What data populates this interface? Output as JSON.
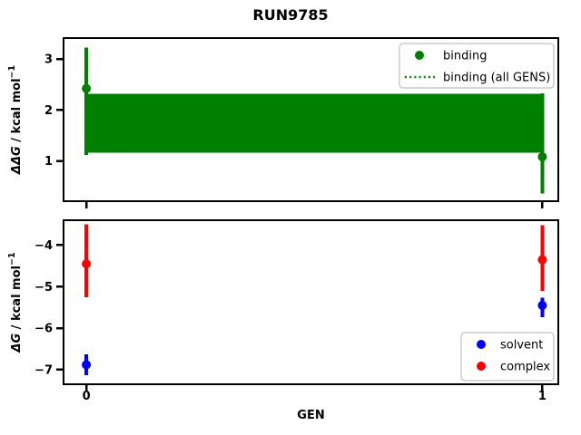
{
  "figure": {
    "title": "RUN9785",
    "background": "#ffffff"
  },
  "chart_data": [
    {
      "type": "scatter",
      "panel": "ddg",
      "ylabel": {
        "var": "ΔΔG",
        "rest": " / kcal mol",
        "sup": "−1"
      },
      "xlabel": "",
      "xlim": [
        -0.05,
        1.035
      ],
      "ylim": [
        0.21,
        3.41
      ],
      "yticks": [
        1,
        2,
        3
      ],
      "yticklabels": [
        "1",
        "2",
        "3"
      ],
      "xticks": [
        0,
        1
      ],
      "xticklabels": [],
      "grid": false,
      "band": {
        "label": "binding (all GENS)",
        "color": "#008000",
        "x_range": [
          0,
          1
        ],
        "y_lo": 1.16,
        "y_hi": 2.32,
        "line_style": "dotted"
      },
      "series": [
        {
          "name": "binding",
          "color": "#008000",
          "marker": "circle",
          "points": [
            {
              "x": 0,
              "y": 2.42,
              "err_lo": 1.12,
              "err_hi": 3.22
            },
            {
              "x": 1,
              "y": 1.08,
              "err_lo": 0.36,
              "err_hi": 2.33
            }
          ]
        }
      ],
      "legend": {
        "position": "upper right",
        "entries": [
          {
            "label": "binding",
            "swatch": "dot",
            "color": "#008000"
          },
          {
            "label": "binding (all GENS)",
            "swatch": "dotted-line",
            "color": "#008000"
          }
        ]
      }
    },
    {
      "type": "scatter",
      "panel": "dg",
      "ylabel": {
        "var": "ΔG",
        "rest": " / kcal mol",
        "sup": "−1"
      },
      "xlabel": "GEN",
      "xlim": [
        -0.05,
        1.035
      ],
      "ylim": [
        -7.35,
        -3.4
      ],
      "yticks": [
        -4,
        -5,
        -6,
        -7
      ],
      "yticklabels": [
        "−4",
        "−5",
        "−6",
        "−7"
      ],
      "xticks": [
        0,
        1
      ],
      "xticklabels": [
        "0",
        "1"
      ],
      "grid": false,
      "series": [
        {
          "name": "solvent",
          "color": "#0000ff",
          "marker": "circle",
          "points": [
            {
              "x": 0,
              "y": -6.88,
              "err_lo": -7.13,
              "err_hi": -6.63
            },
            {
              "x": 1,
              "y": -5.45,
              "err_lo": -5.73,
              "err_hi": -5.27
            }
          ]
        },
        {
          "name": "complex",
          "color": "#ff0000",
          "marker": "circle",
          "points": [
            {
              "x": 0,
              "y": -4.45,
              "err_lo": -5.25,
              "err_hi": -3.5
            },
            {
              "x": 1,
              "y": -4.35,
              "err_lo": -5.1,
              "err_hi": -3.52
            }
          ]
        }
      ],
      "legend": {
        "position": "lower right",
        "entries": [
          {
            "label": "solvent",
            "swatch": "dot",
            "color": "#0000ff"
          },
          {
            "label": "complex",
            "swatch": "dot",
            "color": "#ff0000"
          }
        ]
      }
    }
  ]
}
